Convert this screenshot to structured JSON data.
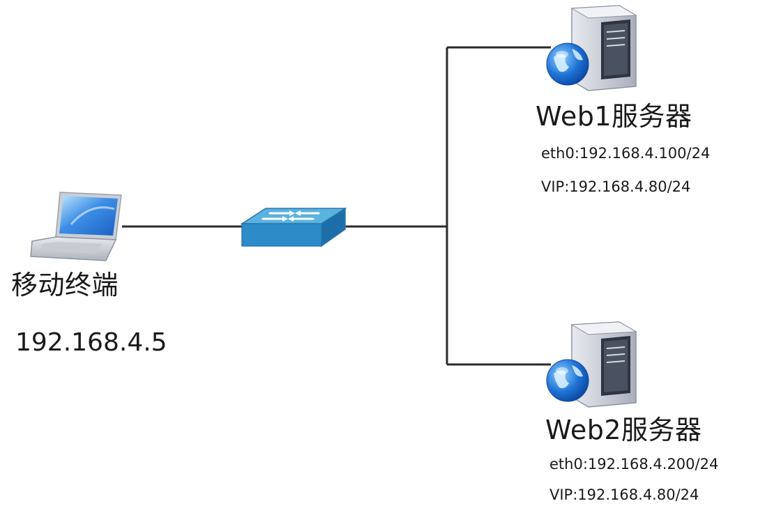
{
  "nodes": {
    "laptop": {
      "label": "移动终端",
      "ip": "192.168.4.5"
    },
    "web1": {
      "label": "Web1服务器",
      "eth0": "eth0:192.168.4.100/24",
      "vip": "VIP:192.168.4.80/24"
    },
    "web2": {
      "label": "Web2服务器",
      "eth0": "eth0:192.168.4.200/24",
      "vip": "VIP:192.168.4.80/24"
    },
    "switch": {}
  },
  "colors": {
    "link": "#2a2a2a",
    "switch_top": "#5ab2de",
    "switch_front": "#2d8cc8",
    "globe": "#1f73d6",
    "server_body": "#c8ccd6"
  },
  "icons": [
    "laptop-icon",
    "switch-icon",
    "server-icon",
    "globe-icon"
  ]
}
